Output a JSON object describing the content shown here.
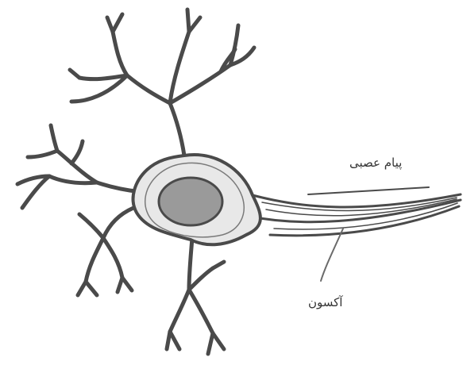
{
  "diagram": {
    "labels": {
      "nerve_message": "پیام عصبی",
      "axon": "آکسون"
    },
    "colors": {
      "outline": "#4a4a4a",
      "fill": "#e8e8e8",
      "nucleus_fill": "#9a9a9a",
      "background": "#ffffff"
    },
    "parts": [
      "dendrites",
      "cell-body",
      "nucleus",
      "axon",
      "nerve-signal-arrow"
    ]
  }
}
